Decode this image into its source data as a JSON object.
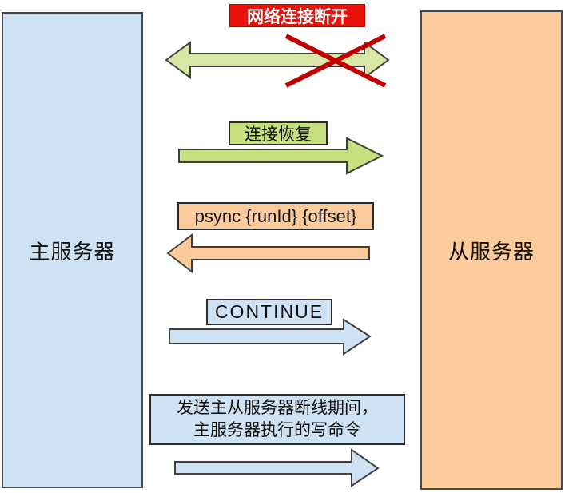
{
  "servers": {
    "master": {
      "label": "主服务器"
    },
    "slave": {
      "label": "从服务器"
    }
  },
  "messages": {
    "disconnect_banner": "网络连接断开",
    "reconnect_label": "连接恢复",
    "psync_label": "psync {runId} {offset}",
    "continue_label": "CONTINUE",
    "send_commands_line1": "发送主从服务器断线期间，",
    "send_commands_line2": "主服务器执行的写命令"
  },
  "icons": {
    "broken_link_arrow": "double-headed-arrow",
    "disconnect_cross": "red-x-cross",
    "reconnect_arrow": "right-arrow",
    "psync_arrow": "left-arrow",
    "continue_arrow": "right-arrow",
    "send_commands_arrow": "right-arrow"
  },
  "colors": {
    "master_fill": "#cfe2f3",
    "slave_fill": "#fbcb9b",
    "banner_red": "#e8120b",
    "cross_red": "#c00000",
    "pale_green": "#d8e7a6",
    "green": "#c7e07f",
    "orange": "#fbcb9b",
    "blue": "#cfe2f3",
    "outline": "#404040"
  }
}
